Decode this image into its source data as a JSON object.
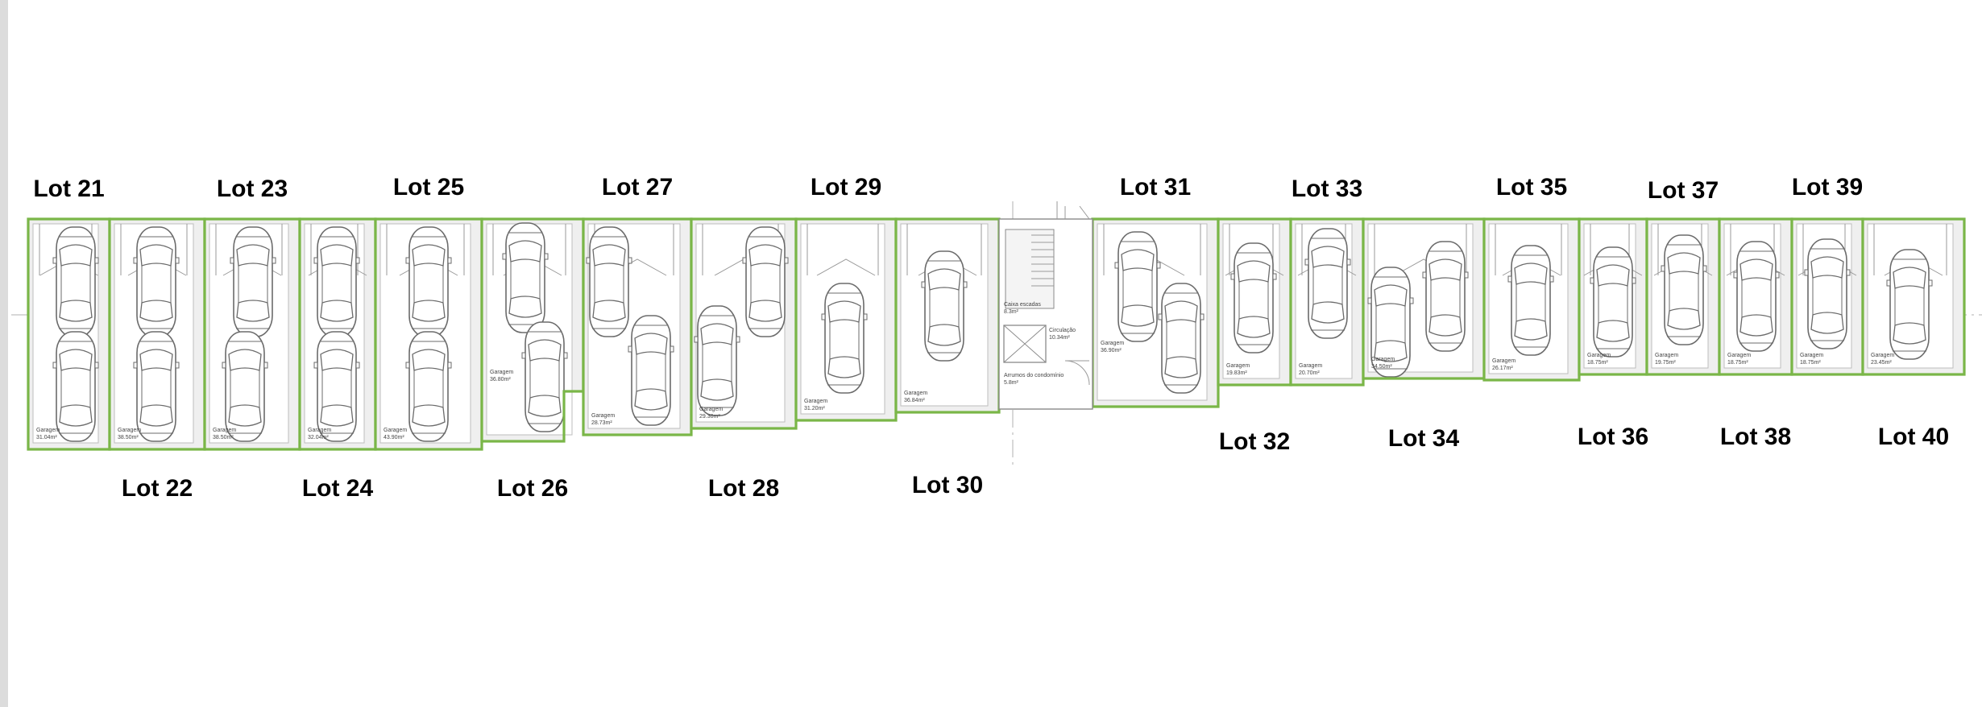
{
  "colors": {
    "lot_outline": "#7ab648",
    "floor_fill": "#efefef",
    "parking_fill": "#ffffff",
    "line": "#8a8a8a",
    "car_stroke": "#6b6b6b",
    "axis": "#b0b0b0",
    "label": "#000000"
  },
  "lots": [
    {
      "label": "Lot 21",
      "garage": "Garagem",
      "area": "31.04m²"
    },
    {
      "label": "Lot 22",
      "garage": "Garagem",
      "area": "38.50m²"
    },
    {
      "label": "Lot 23",
      "garage": "Garagem",
      "area": "38.50m²"
    },
    {
      "label": "Lot 24",
      "garage": "Garagem",
      "area": "32.04m²"
    },
    {
      "label": "Lot 25",
      "garage": "Garagem",
      "area": "43.90m²"
    },
    {
      "label": "Lot 26",
      "garage": "Garagem",
      "area": "36.80m²"
    },
    {
      "label": "Lot 27",
      "garage": "Garagem",
      "area": "28.73m²"
    },
    {
      "label": "Lot 28",
      "garage": "Garagem",
      "area": "29.30m²"
    },
    {
      "label": "Lot 29",
      "garage": "Garagem",
      "area": "31.20m²"
    },
    {
      "label": "Lot 30",
      "garage": "Garagem",
      "area": "36.84m²"
    },
    {
      "label": "Lot 31",
      "garage": "Garagem",
      "area": "36.90m²"
    },
    {
      "label": "Lot 32",
      "garage": "Garagem",
      "area": "19.83m²"
    },
    {
      "label": "Lot 33",
      "garage": "Garagem",
      "area": "20.70m²"
    },
    {
      "label": "Lot 34",
      "garage": "Garagem",
      "area": "34.50m²"
    },
    {
      "label": "Lot 35",
      "garage": "Garagem",
      "area": "26.17m²"
    },
    {
      "label": "Lot 36",
      "garage": "Garagem",
      "area": "18.75m²"
    },
    {
      "label": "Lot 37",
      "garage": "Garagem",
      "area": "19.75m²"
    },
    {
      "label": "Lot 38",
      "garage": "Garagem",
      "area": "18.75m²"
    },
    {
      "label": "Lot 39",
      "garage": "Garagem",
      "area": "18.75m²"
    },
    {
      "label": "Lot 40",
      "garage": "Garagem",
      "area": "23.45m²"
    }
  ],
  "common_areas": {
    "stairs": {
      "name": "Caixa escadas",
      "area": "8.3m²"
    },
    "circulation": {
      "name": "Circulação",
      "area": "10.34m²"
    },
    "storage": {
      "name": "Arrumos do condomínio",
      "area": "5.8m²"
    }
  }
}
